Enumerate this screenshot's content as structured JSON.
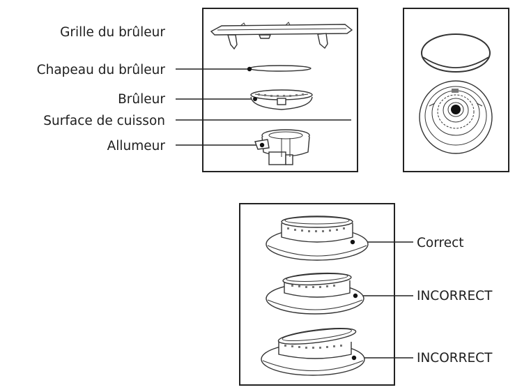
{
  "exploded_view": {
    "labels": [
      {
        "key": "grate",
        "text": "Grille du brûleur"
      },
      {
        "key": "cap",
        "text": "Chapeau du brûleur"
      },
      {
        "key": "burner",
        "text": "Brûleur"
      },
      {
        "key": "cooktop",
        "text": "Surface de cuisson"
      },
      {
        "key": "igniter",
        "text": "Allumeur"
      }
    ]
  },
  "placement_check": {
    "labels": [
      {
        "key": "correct",
        "text": "Correct"
      },
      {
        "key": "incorrect_1",
        "text": "INCORRECT"
      },
      {
        "key": "incorrect_2",
        "text": "INCORRECT"
      }
    ]
  }
}
